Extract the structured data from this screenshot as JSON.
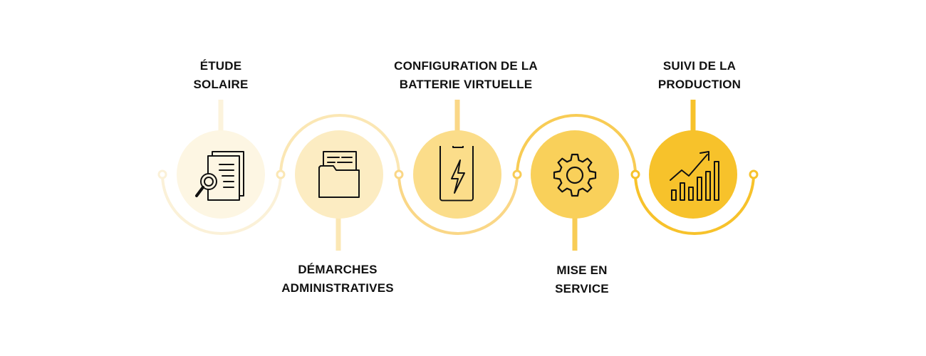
{
  "colors": {
    "step1": "#fdf6e3",
    "step2": "#fcecc2",
    "step3": "#fbdd8a",
    "step4": "#f9d05a",
    "step5": "#f7c22b",
    "ink": "#111111"
  },
  "steps": [
    {
      "line1": "ÉTUDE",
      "line2": "SOLAIRE",
      "icon": "document-search-icon",
      "label_position": "top"
    },
    {
      "line1": "DÉMARCHES",
      "line2": "ADMINISTRATIVES",
      "icon": "folder-icon",
      "label_position": "bottom"
    },
    {
      "line1": "CONFIGURATION DE LA",
      "line2": "BATTERIE VIRTUELLE",
      "icon": "battery-bolt-icon",
      "label_position": "top"
    },
    {
      "line1": "MISE EN",
      "line2": "SERVICE",
      "icon": "gear-icon",
      "label_position": "bottom"
    },
    {
      "line1": "SUIVI DE LA",
      "line2": "PRODUCTION",
      "icon": "growth-chart-icon",
      "label_position": "top"
    }
  ]
}
